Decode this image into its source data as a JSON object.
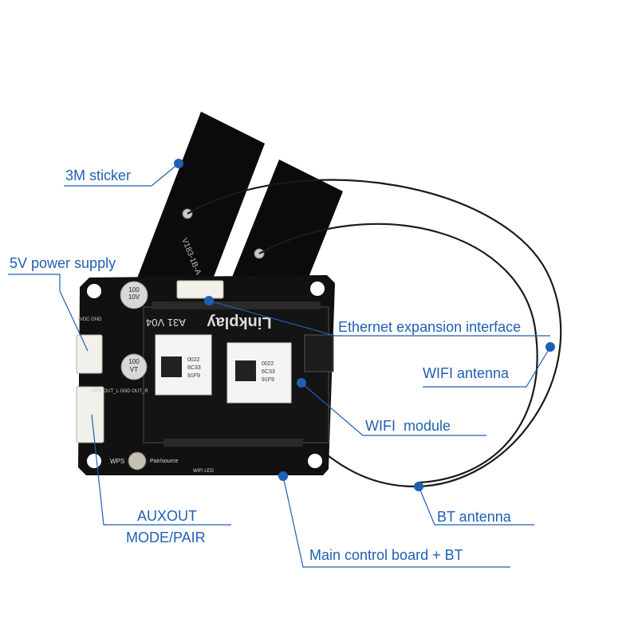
{
  "labels": {
    "sticker": "3M sticker",
    "power": "5V power supply",
    "ethernet": "Ethernet expansion interface",
    "wifi_antenna": "WIFI antenna",
    "wifi_module": "WIFI  module",
    "bt_antenna": "BT antenna",
    "auxout": "AUXOUT",
    "mode_pair": "MODE/PAIR",
    "main_board": "Main control board + BT"
  },
  "board": {
    "brand": "Linkplay",
    "model": "A31 V04",
    "antenna_code": "V183-1B-A",
    "chip_codes": [
      "0022",
      "6C33",
      "91F9"
    ],
    "power_pin_label": "5VDC GND",
    "aux_pin_label": "WPS OUT_L GND OUT_R",
    "cap_label": [
      "100",
      "10V",
      "VT"
    ],
    "wps_label": "WPS",
    "pair_label": "Pair/source",
    "wifi_led_label": "WIFI LED"
  },
  "colors": {
    "callout": "#1f5fb4",
    "board": "#111111",
    "antenna": "#0b0b0b",
    "connector": "#f2f0ea"
  }
}
